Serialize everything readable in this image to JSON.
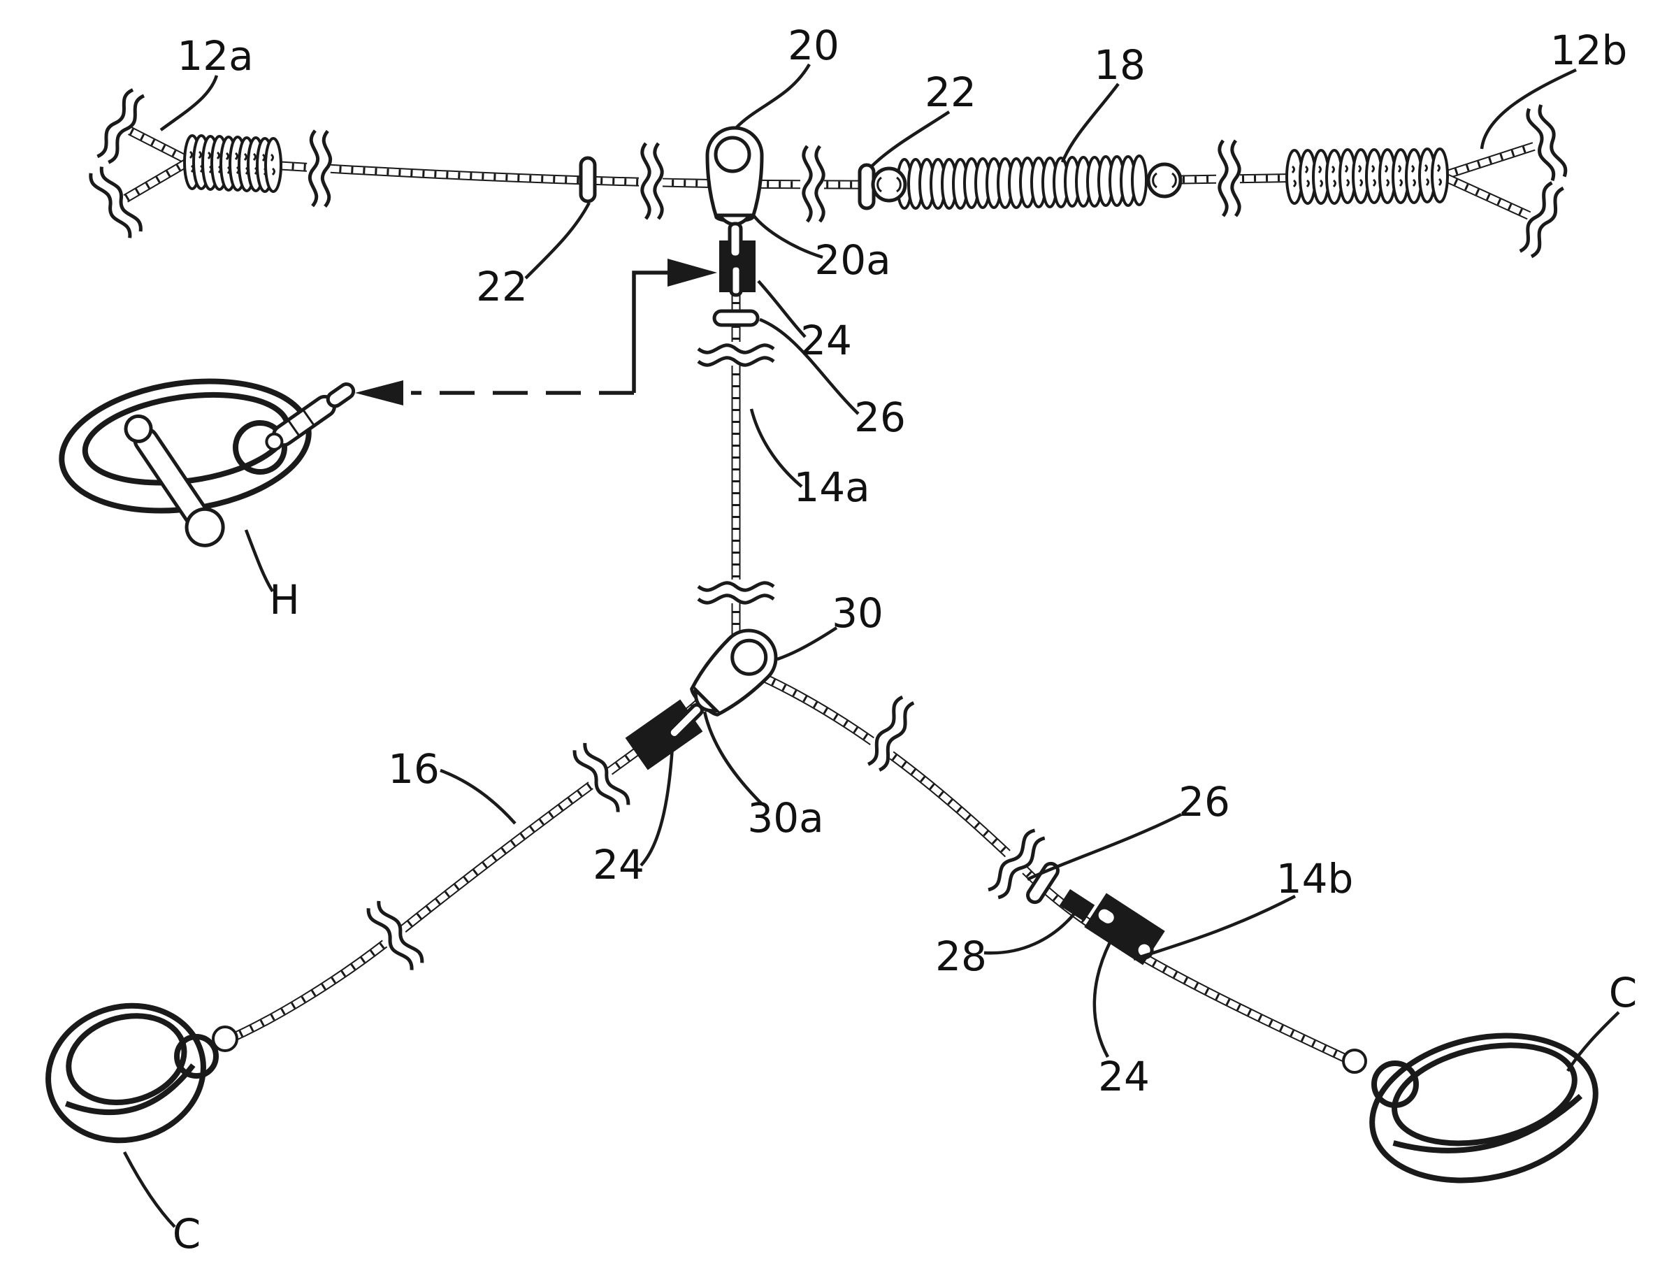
{
  "figure": {
    "type": "patent-line-drawing",
    "description": "Tether / picket-line rigging diagram with shock-absorbing coils, swivels, crimp sleeves, bead stops, snap hardware and animal collar rings",
    "background": "#ffffff",
    "ink": "#1a1a1a",
    "labels": [
      {
        "id": "12a",
        "text": "12a"
      },
      {
        "id": "20",
        "text": "20"
      },
      {
        "id": "22-right",
        "text": "22"
      },
      {
        "id": "18",
        "text": "18"
      },
      {
        "id": "12b",
        "text": "12b"
      },
      {
        "id": "22-left",
        "text": "22"
      },
      {
        "id": "20a",
        "text": "20a"
      },
      {
        "id": "24-top",
        "text": "24"
      },
      {
        "id": "26-top",
        "text": "26"
      },
      {
        "id": "14a",
        "text": "14a"
      },
      {
        "id": "H",
        "text": "H"
      },
      {
        "id": "30",
        "text": "30"
      },
      {
        "id": "30a",
        "text": "30a"
      },
      {
        "id": "24-left",
        "text": "24"
      },
      {
        "id": "16",
        "text": "16"
      },
      {
        "id": "26-right",
        "text": "26"
      },
      {
        "id": "14b",
        "text": "14b"
      },
      {
        "id": "28",
        "text": "28"
      },
      {
        "id": "24-right",
        "text": "24"
      },
      {
        "id": "C-left",
        "text": "C"
      },
      {
        "id": "C-right",
        "text": "C"
      }
    ]
  }
}
